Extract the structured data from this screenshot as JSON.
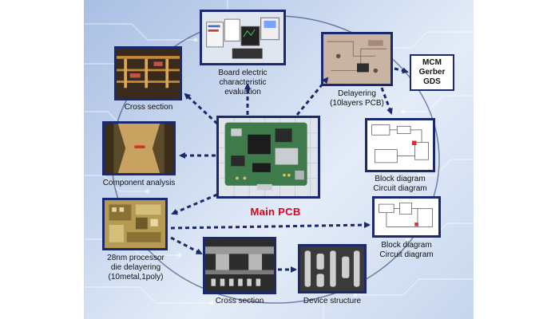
{
  "main": {
    "label": "Main PCB"
  },
  "nodes": {
    "board_eval": {
      "line1": "Board electric",
      "line2": "characteristic",
      "line3": "evaluation"
    },
    "delayering_pcb": {
      "line1": "Delayering",
      "line2": "(10layers PCB)"
    },
    "mcm": {
      "line1": "MCM",
      "line2": "Gerber",
      "line3": "GDS"
    },
    "cross_section_top": {
      "line1": "Cross section"
    },
    "component_analysis": {
      "line1": "Component analysis"
    },
    "block_diagram_1": {
      "line1": "Block diagram",
      "line2": "Circuit diagram"
    },
    "block_diagram_2": {
      "line1": "Block diagram",
      "line2": "Circuit diagram"
    },
    "processor": {
      "line1": "28nm processor",
      "line2": "die delayering",
      "line3": "(10metal,1poly)"
    },
    "cross_section_bottom": {
      "line1": "Cross  section"
    },
    "device_structure": {
      "line1": "Device structure"
    }
  },
  "colors": {
    "frame": "#1b2a6e",
    "arrow": "#1b2a6e",
    "main_label": "#e3001b",
    "background": "#c3d3ee"
  }
}
